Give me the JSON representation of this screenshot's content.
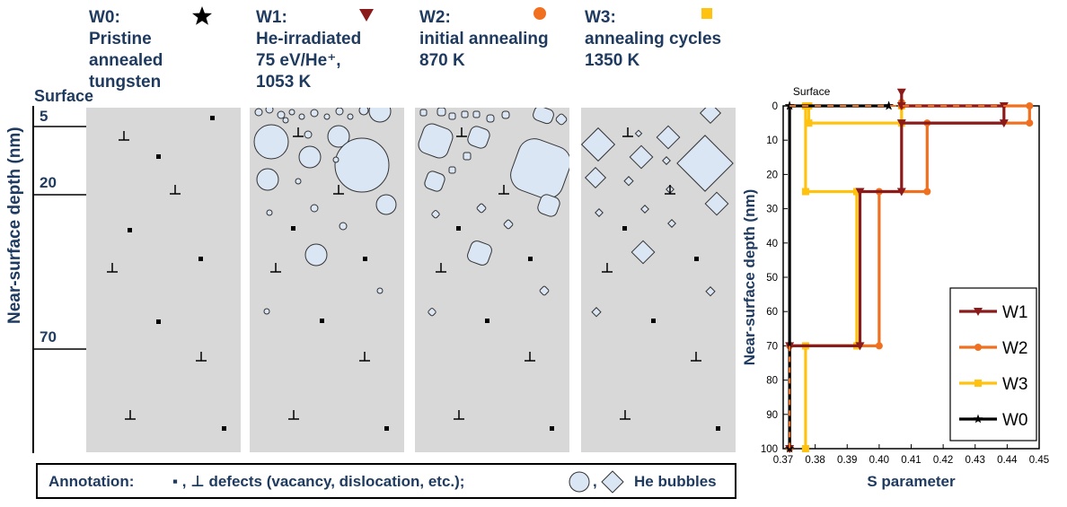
{
  "headers": [
    {
      "lines": [
        "W0:",
        "Pristine",
        "annealed",
        "tungsten"
      ],
      "marker": "star",
      "color": "#000000"
    },
    {
      "lines": [
        "W1:",
        "He-irradiated",
        "75 eV/He⁺,",
        "1053 K"
      ],
      "marker": "tri-down",
      "color": "#8b1a1a"
    },
    {
      "lines": [
        "W2:",
        "initial annealing",
        "870 K"
      ],
      "marker": "circle",
      "color": "#f07020"
    },
    {
      "lines": [
        "W3:",
        "annealing cycles",
        "1350 K"
      ],
      "marker": "square",
      "color": "#ffc20e"
    }
  ],
  "left_axis": {
    "surface_label": "Surface",
    "title": "Near-surface depth (nm)",
    "ticks": [
      "5",
      "20",
      "70"
    ]
  },
  "annotation": {
    "prefix": "Annotation:",
    "defects": "▪ , ⊥ defects (vacancy, dislocation, etc.);",
    "bubbles": "He bubbles"
  },
  "chart_data": {
    "type": "line",
    "xlabel": "S parameter",
    "ylabel": "Near-surface depth (nm)",
    "xlim": [
      0.37,
      0.45
    ],
    "ylim": [
      100,
      0
    ],
    "y_inverted": true,
    "x_ticks": [
      "0.37",
      "0.38",
      "0.39",
      "0.40",
      "0.41",
      "0.42",
      "0.43",
      "0.44",
      "0.45"
    ],
    "y_ticks": [
      "0",
      "10",
      "20",
      "30",
      "40",
      "50",
      "60",
      "70",
      "80",
      "90",
      "100"
    ],
    "annotation": "Surface",
    "legend_position": "bottom-right",
    "series": [
      {
        "name": "W1",
        "color": "#8b1a1a",
        "marker": "tri-down",
        "points": [
          [
            0.407,
            -4
          ],
          [
            0.407,
            0
          ],
          [
            0.439,
            0
          ],
          [
            0.439,
            5
          ],
          [
            0.407,
            5
          ],
          [
            0.407,
            25
          ],
          [
            0.394,
            25
          ],
          [
            0.394,
            70
          ],
          [
            0.372,
            70
          ],
          [
            0.372,
            100
          ]
        ]
      },
      {
        "name": "W2",
        "color": "#f07020",
        "marker": "circle",
        "points": [
          [
            0.407,
            -1
          ],
          [
            0.407,
            0
          ],
          [
            0.447,
            0
          ],
          [
            0.447,
            5
          ],
          [
            0.415,
            5
          ],
          [
            0.415,
            25
          ],
          [
            0.4,
            25
          ],
          [
            0.4,
            70
          ],
          [
            0.372,
            70
          ],
          [
            0.372,
            100
          ]
        ]
      },
      {
        "name": "W3",
        "color": "#ffc20e",
        "marker": "square",
        "points": [
          [
            0.407,
            0
          ],
          [
            0.407,
            5
          ],
          [
            0.378,
            5
          ],
          [
            0.378,
            0
          ],
          [
            0.377,
            0
          ],
          [
            0.377,
            25
          ],
          [
            0.393,
            25
          ],
          [
            0.393,
            70
          ],
          [
            0.377,
            70
          ],
          [
            0.377,
            100
          ]
        ]
      },
      {
        "name": "W0",
        "color": "#000000",
        "marker": "star",
        "points": [
          [
            0.372,
            0
          ],
          [
            0.403,
            0
          ],
          [
            0.403,
            0
          ],
          [
            0.372,
            0
          ],
          [
            0.372,
            100
          ]
        ]
      }
    ]
  },
  "colors": {
    "panel_bg": "#d8d8d8",
    "bubble_fill": "#dbe6f4",
    "text": "#1f3a5f"
  }
}
